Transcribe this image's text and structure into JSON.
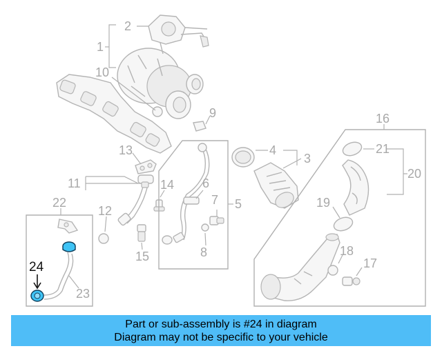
{
  "callouts": {
    "c1": "1",
    "c2": "2",
    "c3": "3",
    "c4": "4",
    "c5": "5",
    "c6": "6",
    "c7": "7",
    "c8": "8",
    "c9": "9",
    "c10": "10",
    "c11": "11",
    "c12": "12",
    "c13": "13",
    "c14": "14",
    "c15": "15",
    "c16": "16",
    "c17": "17",
    "c18": "18",
    "c19": "19",
    "c20": "20",
    "c21": "21",
    "c22": "22",
    "c23": "23",
    "c24": "24"
  },
  "highlight_color": "#3ec3f5",
  "banner": {
    "color": "#4fbdf7",
    "line1": "Part or sub-assembly is #24 in diagram",
    "line2": "Diagram may not be specific to your vehicle"
  }
}
